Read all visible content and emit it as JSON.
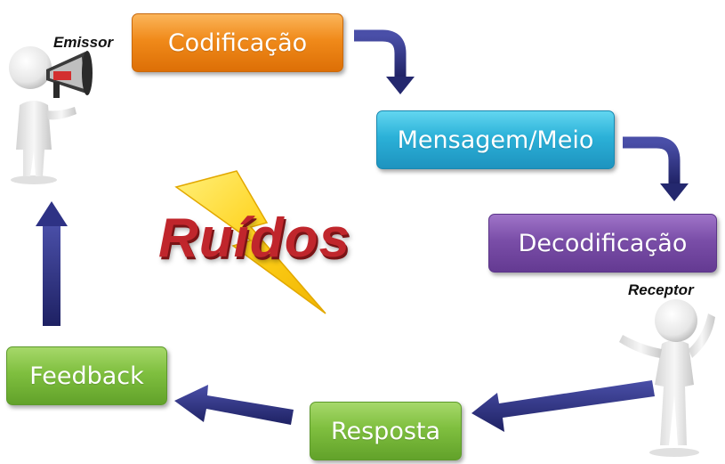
{
  "nodes": {
    "codificacao": "Codificação",
    "mensagem": "Mensagem/Meio",
    "decodificacao": "Decodificação",
    "resposta": "Resposta",
    "feedback": "Feedback"
  },
  "roles": {
    "emissor": "Emissor",
    "receptor": "Receptor"
  },
  "noise": "Ruídos",
  "colors": {
    "orange": "#f08a1a",
    "blue": "#2bb1d8",
    "purple": "#7a4ea8",
    "green": "#7fbf3f",
    "arrow": "#2b2f7e",
    "lightning": "#ffd21c",
    "noise_text": "#c0262c"
  },
  "icons": [
    "emissor-figure-icon",
    "megaphone-icon",
    "receptor-figure-icon",
    "lightning-icon"
  ]
}
